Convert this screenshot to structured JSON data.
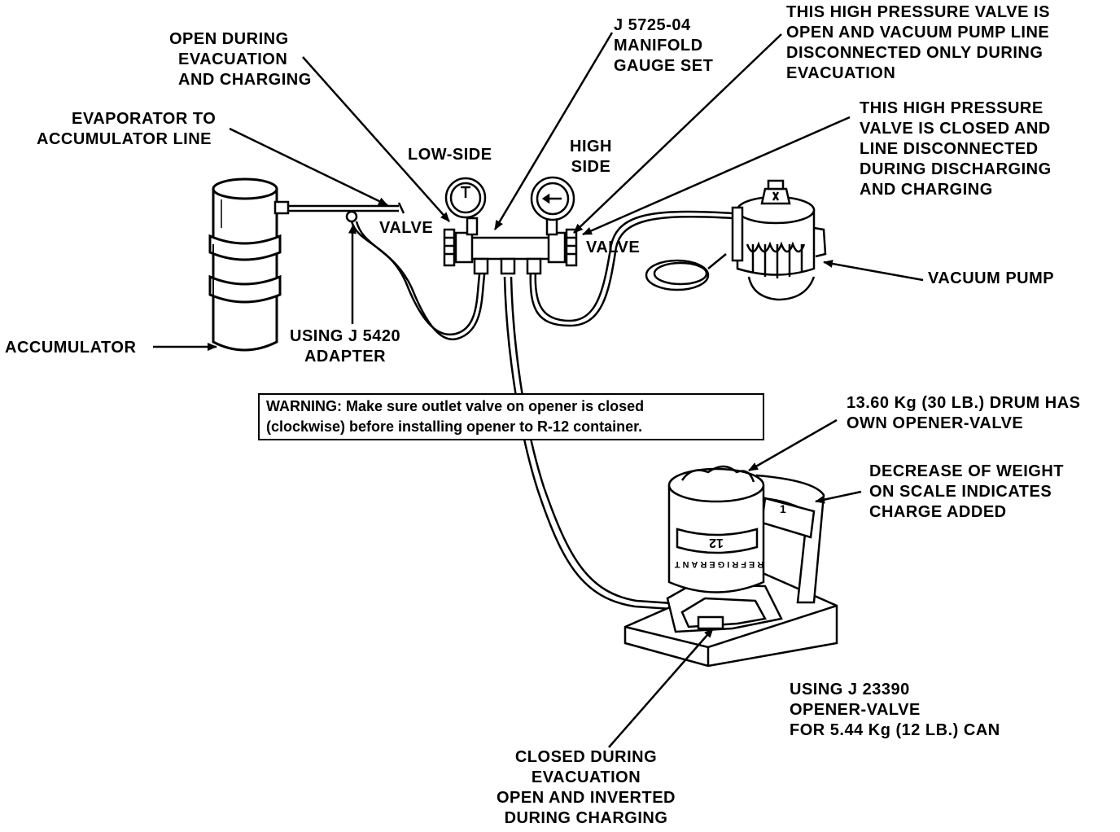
{
  "labels": {
    "open_during": [
      "OPEN DURING",
      "EVACUATION",
      "AND CHARGING"
    ],
    "manifold": [
      "J 5725-04",
      "MANIFOLD",
      "GAUGE SET"
    ],
    "hp_open": [
      "THIS HIGH PRESSURE VALVE IS",
      "OPEN AND VACUUM PUMP LINE",
      "DISCONNECTED ONLY DURING",
      "EVACUATION"
    ],
    "evap_line": [
      "EVAPORATOR TO",
      "ACCUMULATOR LINE"
    ],
    "low_side": "LOW-SIDE",
    "high_side": [
      "HIGH",
      "SIDE"
    ],
    "hp_closed": [
      "THIS HIGH PRESSURE",
      "VALVE IS CLOSED AND",
      "LINE DISCONNECTED",
      "DURING DISCHARGING",
      "AND CHARGING"
    ],
    "valve_left": "VALVE",
    "valve_right": "VALVE",
    "vacuum_pump": "VACUUM PUMP",
    "accumulator": "ACCUMULATOR",
    "adapter": [
      "USING J 5420",
      "ADAPTER"
    ],
    "warning": [
      "WARNING:  Make sure outlet valve on opener is closed",
      "(clockwise) before installing opener to R-12 container."
    ],
    "drum": [
      "13.60 Kg (30 LB.) DRUM HAS",
      "OWN OPENER-VALVE"
    ],
    "decrease": [
      "DECREASE OF WEIGHT",
      "ON SCALE INDICATES",
      "CHARGE ADDED"
    ],
    "opener_valve": [
      "USING J 23390",
      "OPENER-VALVE",
      "FOR 5.44 Kg (12 LB.) CAN"
    ],
    "closed_during": [
      "CLOSED DURING",
      "EVACUATION",
      "OPEN AND INVERTED",
      "DURING CHARGING"
    ],
    "can_mark": "12",
    "can_text": "REFRIGERANT",
    "scale_mark": "1"
  }
}
